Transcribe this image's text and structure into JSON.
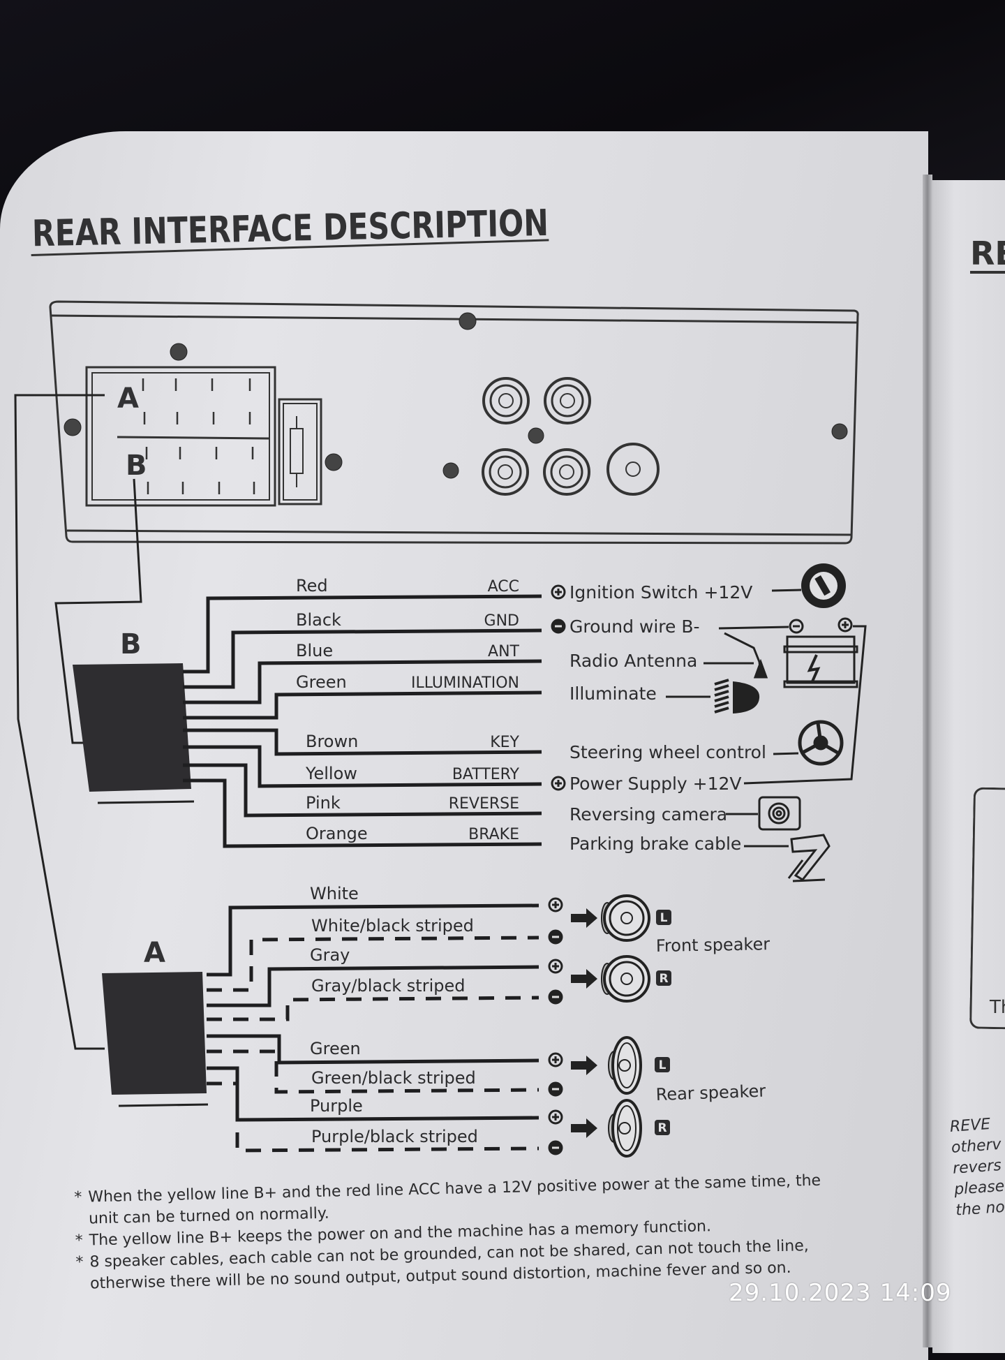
{
  "page": {
    "title": "REAR INTERFACE DESCRIPTION",
    "timestamp": "29.10.2023  14:09"
  },
  "connectors": {
    "panel_label_a": "A",
    "panel_label_b": "B",
    "harness_b_label": "B",
    "harness_a_label": "A"
  },
  "harness_b": {
    "wires": [
      {
        "color": "Red",
        "function": "ACC",
        "polarity": "plus",
        "target": "Ignition Switch +12V",
        "icon": "ignition-key-icon"
      },
      {
        "color": "Black",
        "function": "GND",
        "polarity": "minus",
        "target": "Ground wire B-",
        "icon": "battery-icon"
      },
      {
        "color": "Blue",
        "function": "ANT",
        "polarity": "",
        "target": "Radio Antenna",
        "icon": "antenna-icon"
      },
      {
        "color": "Green",
        "function": "ILLUMINATION",
        "polarity": "",
        "target": "Illuminate",
        "icon": "headlight-icon"
      },
      {
        "color": "Brown",
        "function": "KEY",
        "polarity": "",
        "target": "Steering wheel control",
        "icon": "steering-wheel-icon"
      },
      {
        "color": "Yellow",
        "function": "BATTERY",
        "polarity": "plus",
        "target": "Power Supply +12V",
        "icon": ""
      },
      {
        "color": "Pink",
        "function": "REVERSE",
        "polarity": "",
        "target": "Reversing camera",
        "icon": "camera-icon"
      },
      {
        "color": "Orange",
        "function": "BRAKE",
        "polarity": "",
        "target": "Parking brake cable",
        "icon": "handbrake-icon"
      }
    ],
    "battery_terminals": {
      "minus": "−",
      "plus": "+"
    }
  },
  "harness_a": {
    "wires": [
      {
        "color": "White",
        "style": "solid",
        "polarity": "plus"
      },
      {
        "color": "White/black striped",
        "style": "dashed",
        "polarity": "minus"
      },
      {
        "color": "Gray",
        "style": "solid",
        "polarity": "plus"
      },
      {
        "color": "Gray/black striped",
        "style": "dashed",
        "polarity": "minus"
      },
      {
        "color": "Green",
        "style": "solid",
        "polarity": "plus"
      },
      {
        "color": "Green/black striped",
        "style": "dashed",
        "polarity": "minus"
      },
      {
        "color": "Purple",
        "style": "solid",
        "polarity": "plus"
      },
      {
        "color": "Purple/black striped",
        "style": "dashed",
        "polarity": "minus"
      }
    ],
    "speakers": [
      {
        "group": "Front speaker",
        "channel": "L"
      },
      {
        "group": "Front speaker",
        "channel": "R"
      },
      {
        "group": "Rear speaker",
        "channel": "L"
      },
      {
        "group": "Rear speaker",
        "channel": "R"
      }
    ],
    "front_group_label": "Front speaker",
    "rear_group_label": "Rear speaker"
  },
  "notes": [
    "When the yellow line B+ and the red line ACC have a 12V positive power at the same time, the unit can be turned on normally.",
    "The yellow line B+ keeps the power on and the machine has a memory function.",
    "8 speaker cables, each cable can not be grounded, can not be shared, can not touch the line, otherwise there will be no sound output, output sound distortion, machine fever and so on."
  ],
  "right_page": {
    "title_fragment": "RE",
    "box_text_fragment": "Th",
    "text_fragments": [
      "REVE",
      "otherv",
      "revers",
      "please",
      "the nor"
    ]
  }
}
